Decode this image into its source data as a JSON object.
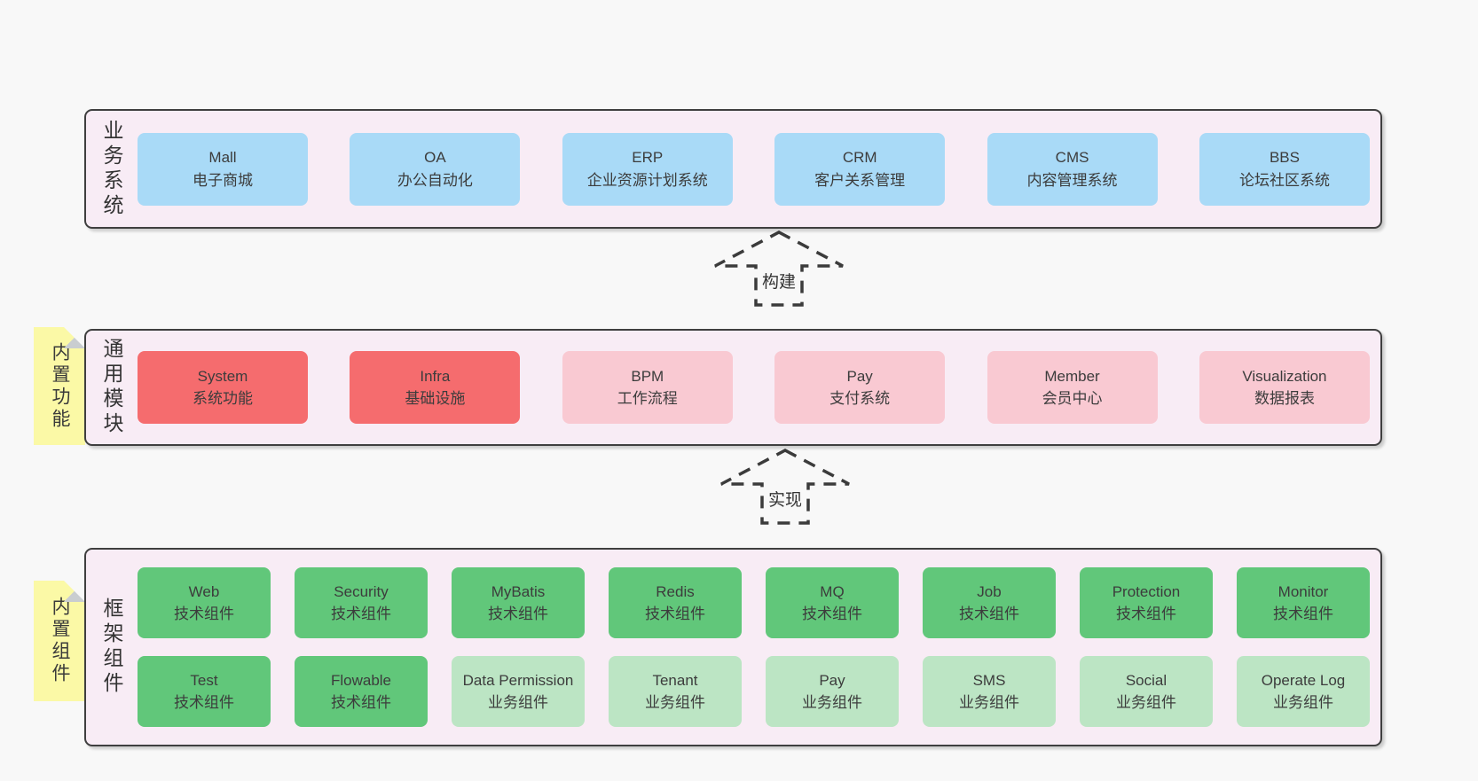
{
  "colors": {
    "page_bg": "#f8f8f8",
    "panel_bg": "#f8ecf5",
    "panel_border": "#3f3f3f",
    "box_blue": "#a9daf7",
    "box_red": "#f56c6e",
    "box_pink": "#f9c9d2",
    "box_green": "#61c77a",
    "box_green_light": "#bce5c4",
    "tab_yellow": "#fbf9a6",
    "fold_gray": "#c9cdd0",
    "text": "#3c3c3c"
  },
  "sections": {
    "business": {
      "label": "业务系统",
      "boxes": [
        {
          "name": "Mall",
          "desc": "电子商城"
        },
        {
          "name": "OA",
          "desc": "办公自动化"
        },
        {
          "name": "ERP",
          "desc": "企业资源计划系统"
        },
        {
          "name": "CRM",
          "desc": "客户关系管理"
        },
        {
          "name": "CMS",
          "desc": "内容管理系统"
        },
        {
          "name": "BBS",
          "desc": "论坛社区系统"
        }
      ]
    },
    "modules": {
      "label": "通用模块",
      "tab": "内置功能",
      "boxes": [
        {
          "name": "System",
          "desc": "系统功能"
        },
        {
          "name": "Infra",
          "desc": "基础设施"
        },
        {
          "name": "BPM",
          "desc": "工作流程"
        },
        {
          "name": "Pay",
          "desc": "支付系统"
        },
        {
          "name": "Member",
          "desc": "会员中心"
        },
        {
          "name": "Visualization",
          "desc": "数据报表"
        }
      ]
    },
    "components": {
      "label": "框架组件",
      "tab": "内置组件",
      "rows": [
        [
          {
            "name": "Web",
            "desc": "技术组件"
          },
          {
            "name": "Security",
            "desc": "技术组件"
          },
          {
            "name": "MyBatis",
            "desc": "技术组件"
          },
          {
            "name": "Redis",
            "desc": "技术组件"
          },
          {
            "name": "MQ",
            "desc": "技术组件"
          },
          {
            "name": "Job",
            "desc": "技术组件"
          },
          {
            "name": "Protection",
            "desc": "技术组件"
          },
          {
            "name": "Monitor",
            "desc": "技术组件"
          }
        ],
        [
          {
            "name": "Test",
            "desc": "技术组件"
          },
          {
            "name": "Flowable",
            "desc": "技术组件"
          },
          {
            "name": "Data Permission",
            "desc": "业务组件"
          },
          {
            "name": "Tenant",
            "desc": "业务组件"
          },
          {
            "name": "Pay",
            "desc": "业务组件"
          },
          {
            "name": "SMS",
            "desc": "业务组件"
          },
          {
            "name": "Social",
            "desc": "业务组件"
          },
          {
            "name": "Operate Log",
            "desc": "业务组件"
          }
        ]
      ]
    }
  },
  "arrows": {
    "build": "构建",
    "implement": "实现"
  }
}
